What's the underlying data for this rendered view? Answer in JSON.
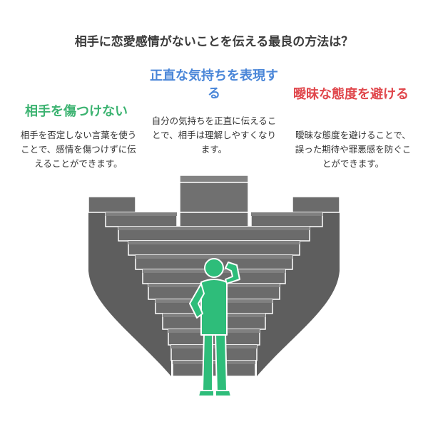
{
  "title": "相手に恋愛感情がないことを伝える最良の方法は？",
  "sections": {
    "left": {
      "heading": "相手を傷つけない",
      "text": "相手を否定しない言葉を使うことで、感情を傷つけずに伝えることができます。",
      "color": "#3cb371"
    },
    "center": {
      "heading": "正直な気持ちを表現する",
      "text": "自分の気持ちを正直に伝えることで、相手は理解しやすくなります。",
      "color": "#4a86d8"
    },
    "right": {
      "heading": "曖昧な態度を避ける",
      "text": "曖昧な態度を避けることで、誤った期待や罪悪感を防ぐことができます。",
      "color": "#e0474c"
    }
  },
  "colors": {
    "stairs": "#6b6b6b",
    "stair_top": "#7d7d7d",
    "stair_outline": "#ffffff",
    "figure": "#2ebd7a"
  },
  "icons": {
    "figure": "person-thinking-icon"
  }
}
